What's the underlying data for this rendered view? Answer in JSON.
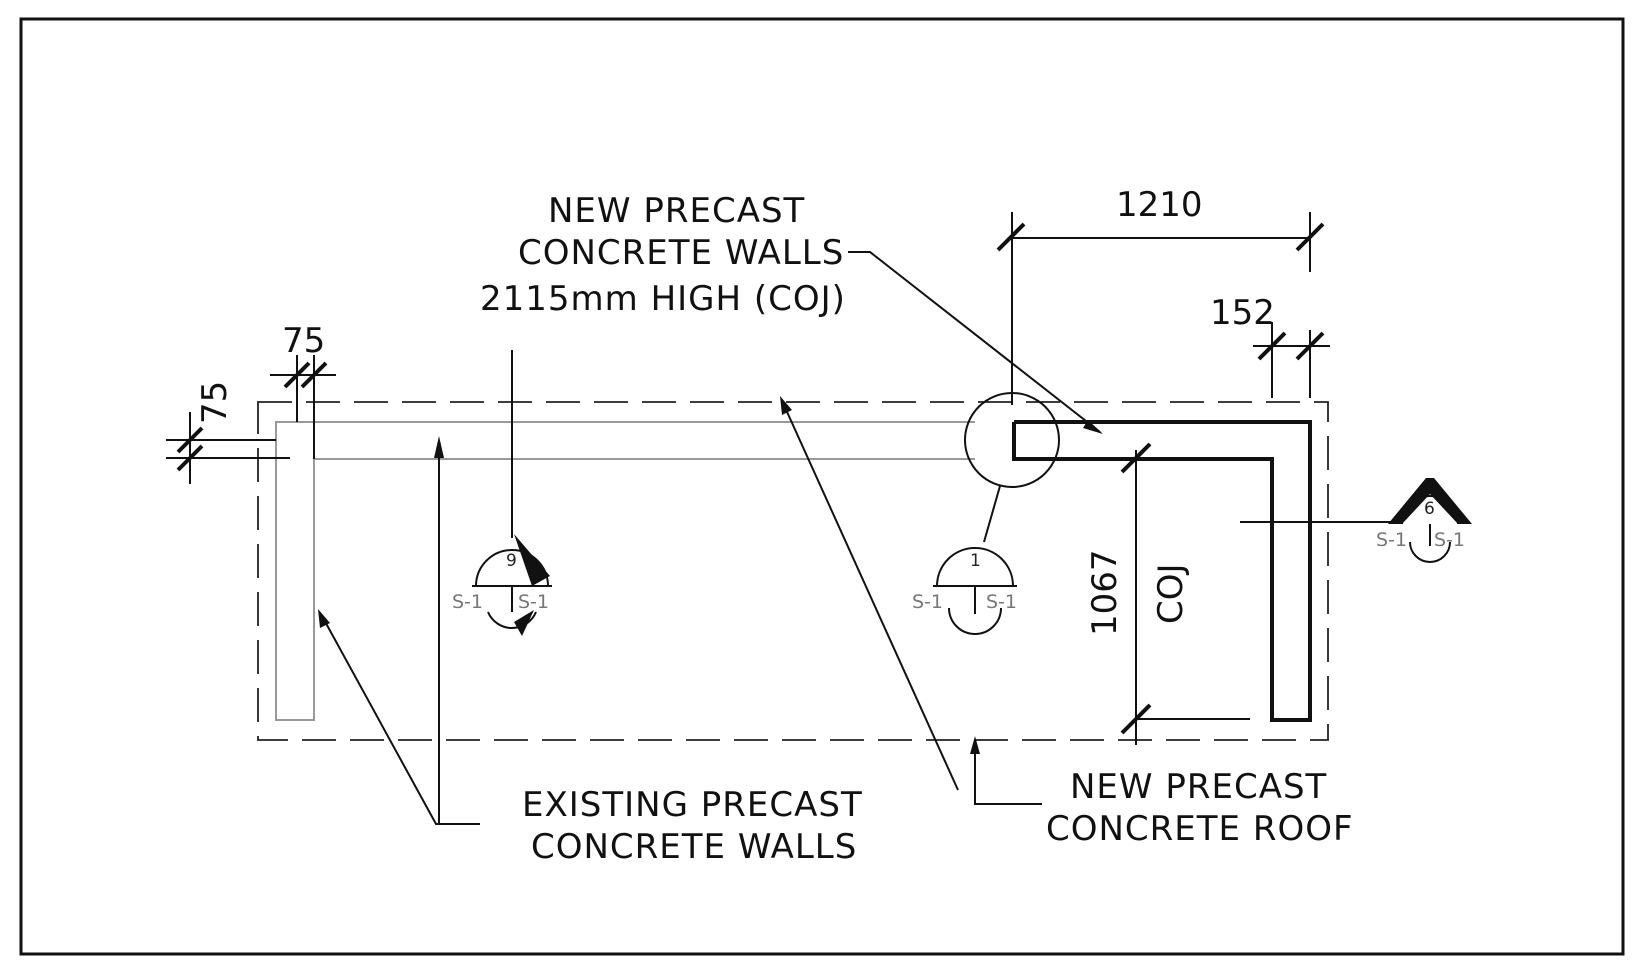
{
  "labels": {
    "new_walls": [
      "NEW PRECAST",
      "CONCRETE WALLS",
      "2115mm HIGH (COJ)"
    ],
    "existing_walls": [
      "EXISTING PRECAST",
      "CONCRETE WALLS"
    ],
    "new_roof": [
      "NEW PRECAST",
      "CONCRETE ROOF"
    ],
    "coj": "COJ"
  },
  "dimensions": {
    "width_top": "1210",
    "wall_right": "152",
    "wall_top": "75",
    "wall_left": "75",
    "height_right": "1067"
  },
  "section_tags": [
    {
      "number": "9",
      "left": "S-1",
      "right": "S-1"
    },
    {
      "number": "1",
      "left": "S-1",
      "right": "S-1"
    },
    {
      "number": "6",
      "left": "S-1",
      "right": "S-1"
    }
  ]
}
